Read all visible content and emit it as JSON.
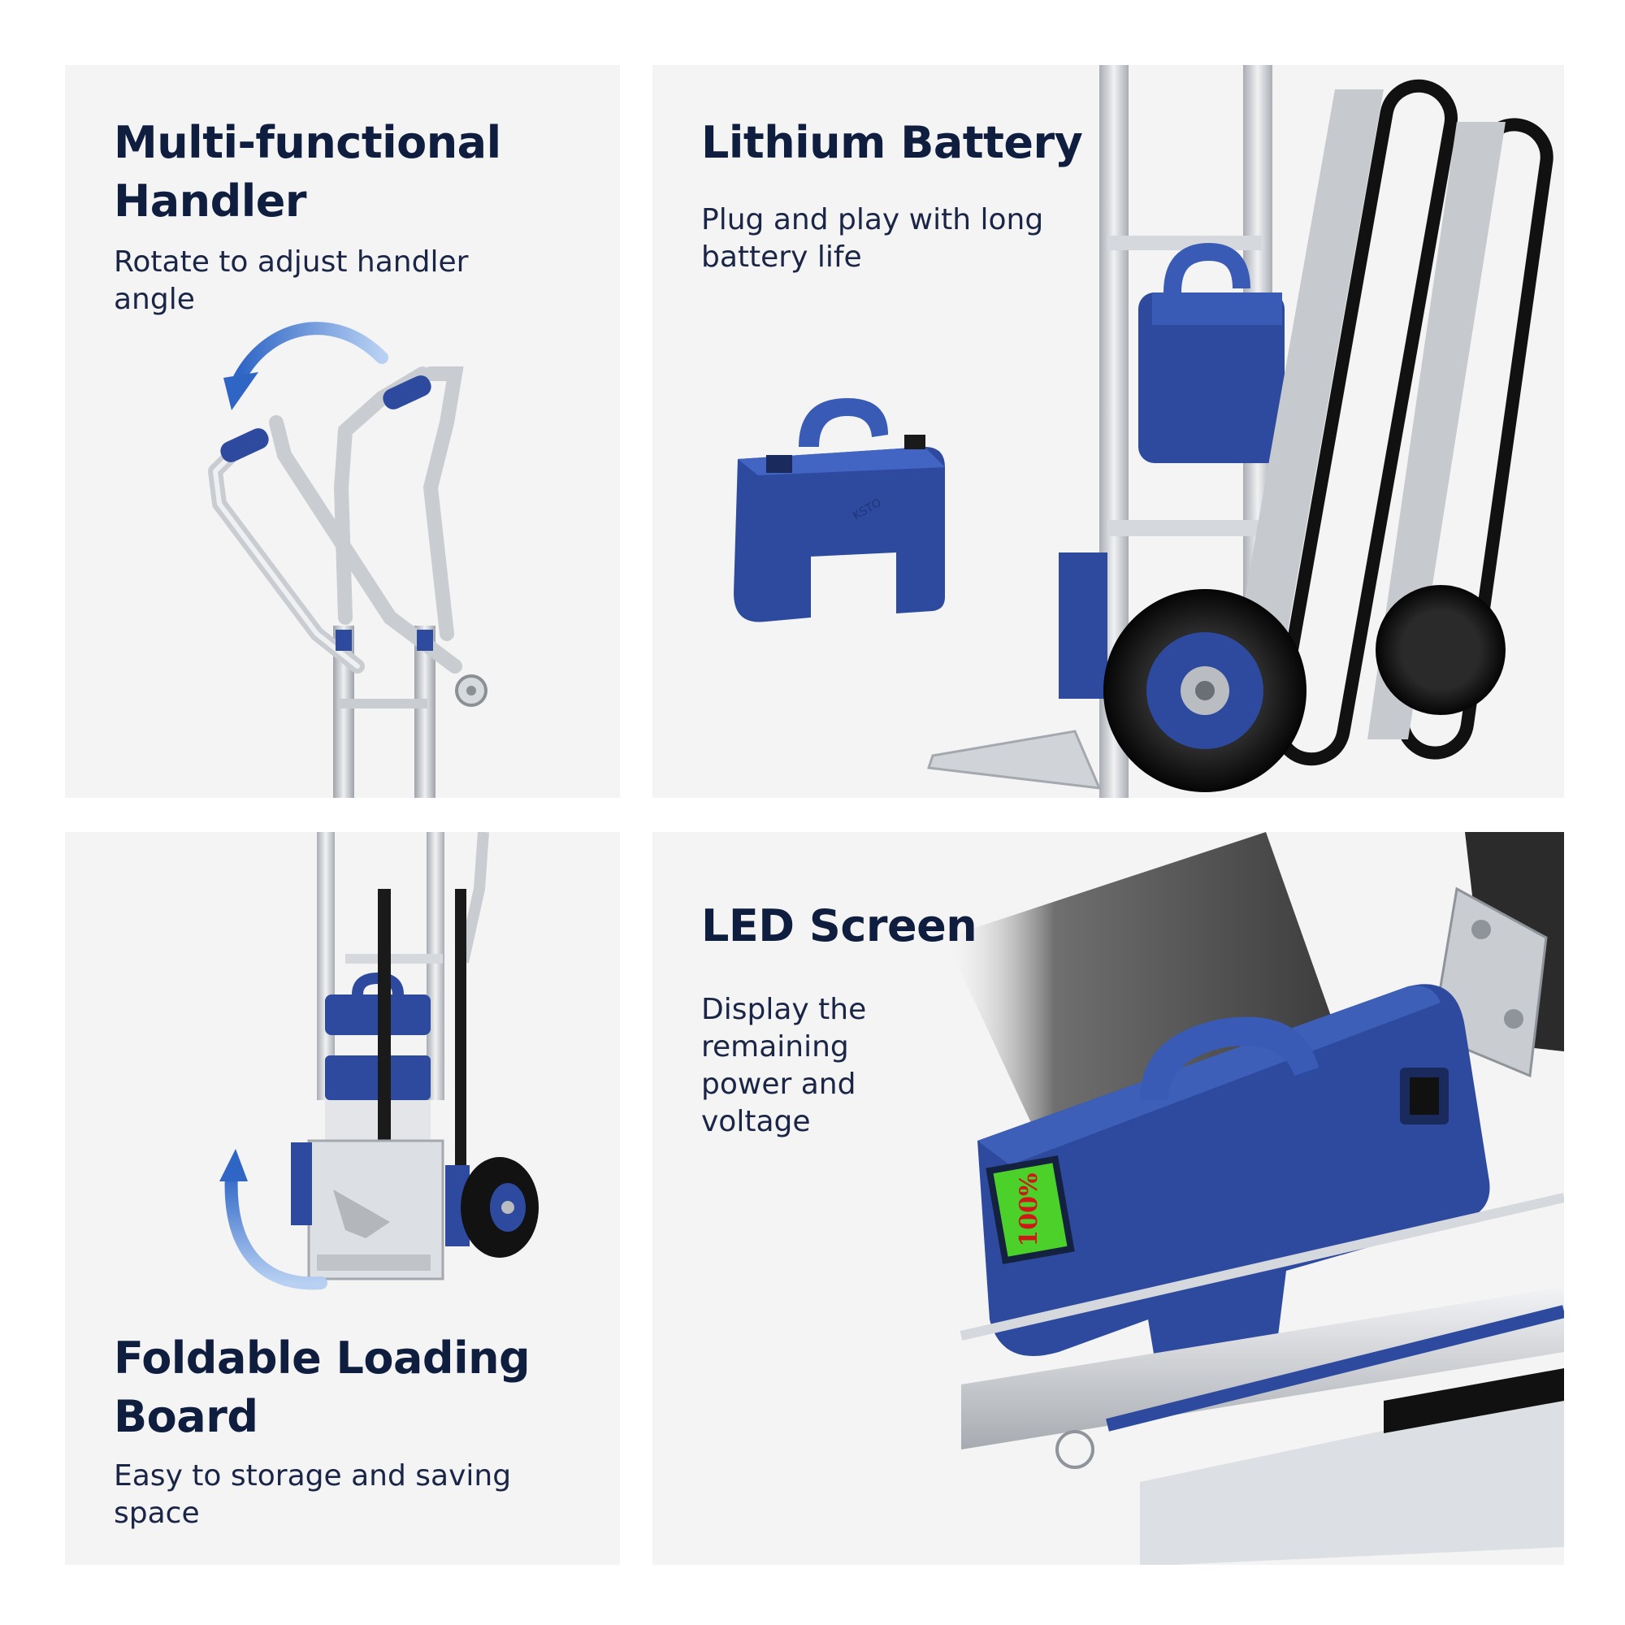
{
  "panels": {
    "handler": {
      "title_line1": "Multi-functional",
      "title_line2": "Handler",
      "desc_line1": "Rotate to adjust handler",
      "desc_line2": "angle",
      "image_icon": "hand-truck-handle-rotation"
    },
    "battery": {
      "title": "Lithium Battery",
      "desc_line1": "Plug and play with long",
      "desc_line2": "battery life",
      "image_icon": "removable-lithium-battery",
      "brand_mark": "KSTO"
    },
    "board": {
      "title_line1": "Foldable Loading",
      "title_line2": "Board",
      "desc_line1": "Easy to storage and saving",
      "desc_line2": "space",
      "image_icon": "folded-loading-board"
    },
    "led": {
      "title": "LED Screen",
      "desc_line1": "Display the",
      "desc_line2": "remaining",
      "desc_line3": "power and",
      "desc_line4": "voltage",
      "screen_value": "100%",
      "image_icon": "battery-led-screen"
    }
  },
  "colors": {
    "panel_bg": "#f4f4f4",
    "title": "#0f1d3f",
    "accent_blue": "#2d4a9e",
    "arrow_blue": "#4f86d6",
    "aluminum": "#c9ccd1",
    "screen_green": "#4bd12a",
    "screen_text": "#d01818"
  }
}
